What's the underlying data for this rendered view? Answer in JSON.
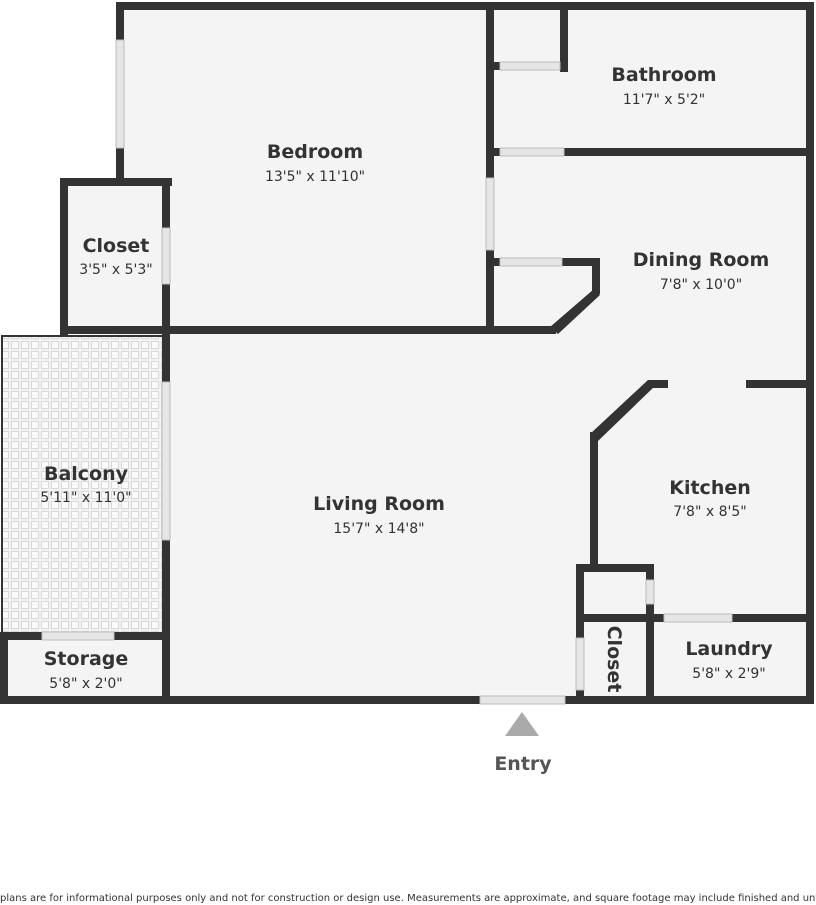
{
  "rooms": {
    "bedroom": {
      "name": "Bedroom",
      "dims": "13'5\" x 11'10\""
    },
    "bathroom": {
      "name": "Bathroom",
      "dims": "11'7\" x 5'2\""
    },
    "closet_bedroom": {
      "name": "Closet",
      "dims": "3'5\" x 5'3\""
    },
    "dining_room": {
      "name": "Dining Room",
      "dims": "7'8\" x 10'0\""
    },
    "balcony": {
      "name": "Balcony",
      "dims": "5'11\" x 11'0\""
    },
    "living_room": {
      "name": "Living Room",
      "dims": "15'7\" x 14'8\""
    },
    "kitchen": {
      "name": "Kitchen",
      "dims": "7'8\" x 8'5\""
    },
    "storage": {
      "name": "Storage",
      "dims": "5'8\" x 2'0\""
    },
    "closet_entry": {
      "name": "Closet"
    },
    "laundry": {
      "name": "Laundry",
      "dims": "5'8\" x 2'9\""
    }
  },
  "entry": {
    "label": "Entry"
  },
  "disclaimer": "plans are for informational purposes only and not for construction or design use. Measurements are approximate, and square footage may include finished and unfinished",
  "colors": {
    "wall": "#333333",
    "floor": "#f4f4f4",
    "balcony_tile": "#e2e2e2",
    "door_opening": "#dddddd",
    "entry_marker": "#aaaaaa"
  }
}
